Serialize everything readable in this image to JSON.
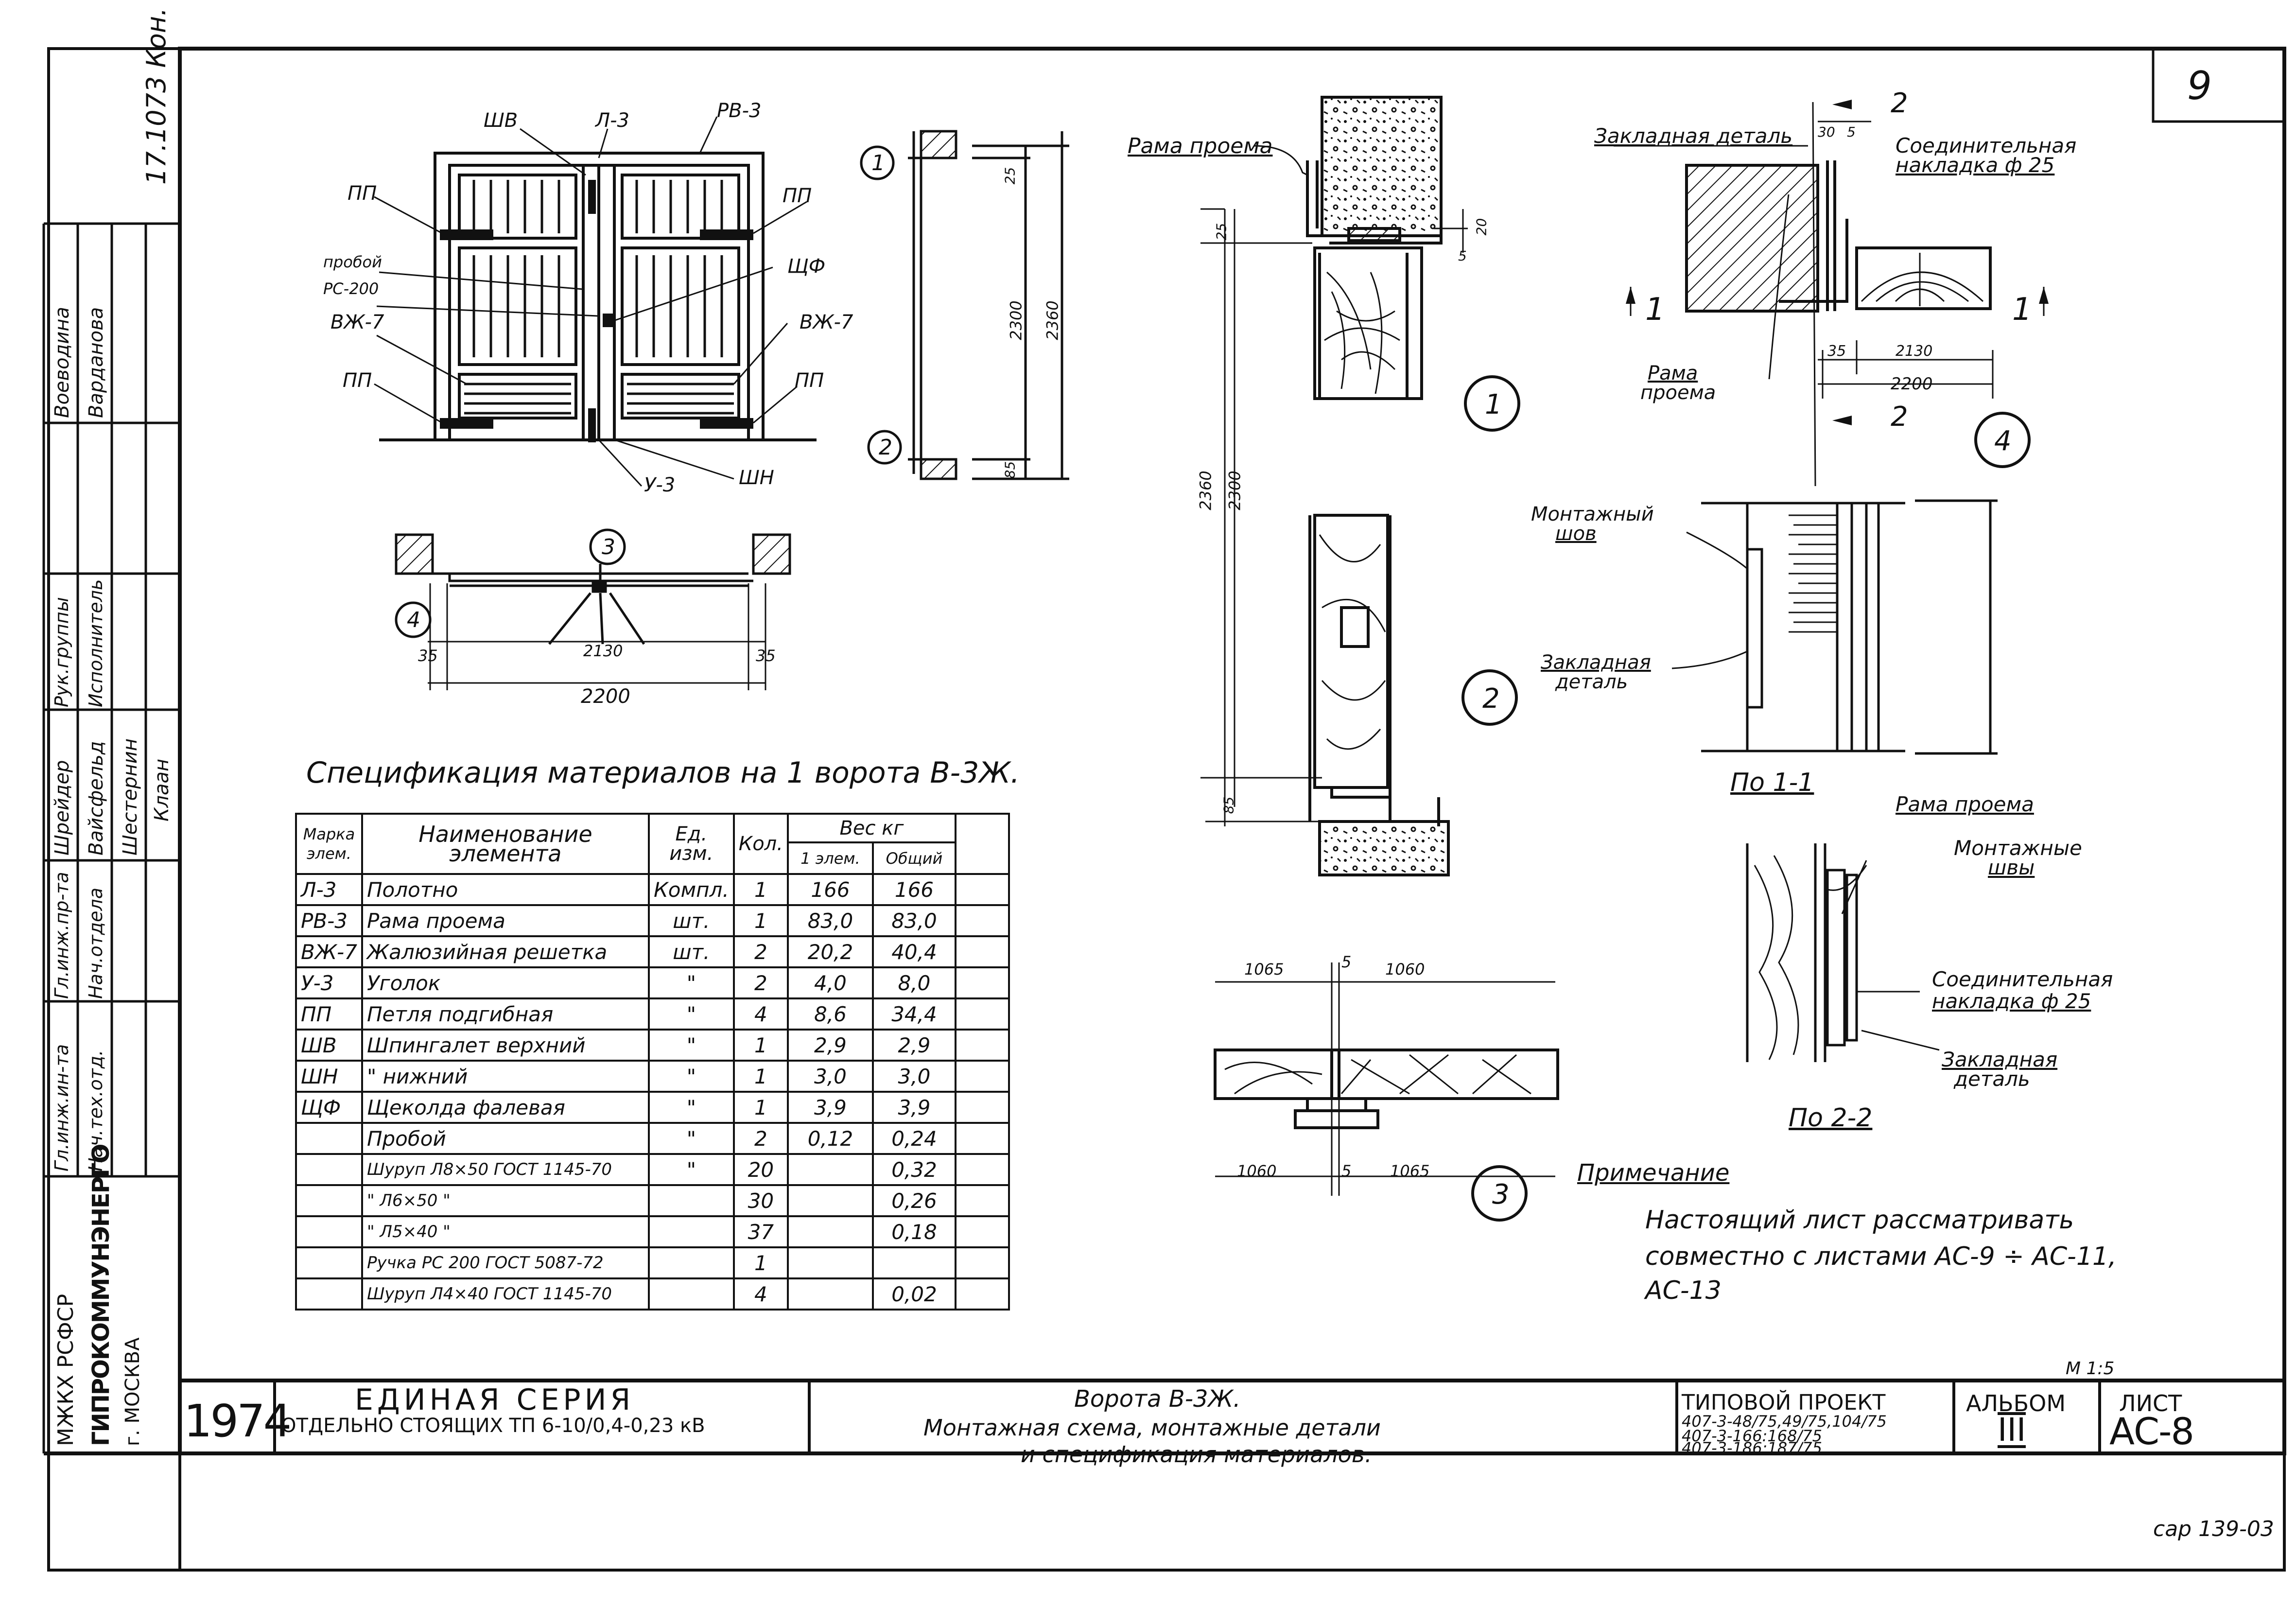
{
  "sheet_number": "9",
  "corner_note_left": "17.1073 Кон.",
  "drawing": {
    "door_labels": {
      "shv": "ШВ",
      "l3": "Л-3",
      "rv3": "РВ-3",
      "pp_tl": "ПП",
      "pp_tr": "ПП",
      "probou": "пробой",
      "rs200": "РС-200",
      "vzh7_l": "ВЖ-7",
      "schf": "ЩФ",
      "vzh7_r": "ВЖ-7",
      "pp_bl": "ПП",
      "pp_br": "ПП",
      "shn": "ШН",
      "u3": "У-3"
    },
    "section_dims": {
      "d25": "25",
      "d2300": "2300",
      "d2360": "2360",
      "d85": "85"
    },
    "plan_dims": {
      "d35_l": "35",
      "d2130": "2130",
      "d35_r": "35",
      "d2200": "2200"
    },
    "markers": {
      "m1": "1",
      "m2": "2",
      "m3": "3",
      "m4": "4"
    },
    "node1": {
      "label": "Рама проема",
      "d25": "25",
      "d20": "20",
      "d5": "5",
      "marker": "1"
    },
    "node2": {
      "d2360": "2360",
      "d2300": "2300",
      "d85": "85",
      "marker": "2"
    },
    "node3": {
      "d1065_t": "1065",
      "d5_t": "5",
      "d1060_t": "1060",
      "d1060_b": "1060",
      "d5_b": "5",
      "d1065_b": "1065",
      "marker": "3"
    },
    "node4": {
      "zakl": "Закладная деталь",
      "d30": "30",
      "d5": "5",
      "soed": "Соединительная",
      "nakl": "накладка ф 25",
      "rama1": "Рама",
      "rama2": "проема",
      "d35": "35",
      "d2130": "2130",
      "d2200": "2200",
      "cut2t": "2",
      "cut2b": "2",
      "cut1l": "1",
      "cut1r": "1",
      "marker": "4"
    },
    "section11": {
      "mont1": "Монтажный",
      "mont2": "шов",
      "zakl1": "Закладная",
      "zakl2": "деталь",
      "caption": "По 1-1"
    },
    "section22": {
      "rama": "Рама проема",
      "mont1": "Монтажные",
      "mont2": "швы",
      "soed1": "Соединительная",
      "soed2": "накладка ф 25",
      "zakl1": "Закладная",
      "zakl2": "деталь",
      "caption": "По 2-2"
    }
  },
  "spec": {
    "title": "Спецификация материалов на 1 ворота В-3Ж.",
    "headers": {
      "mark": "Марка элем.",
      "name": "Наименование элемента",
      "unit": "Ед. изм.",
      "qty": "Кол.",
      "weight": "Вес кг",
      "per": "1 элем.",
      "total": "Общий"
    },
    "rows": [
      [
        "Л-3",
        "Полотно",
        "Компл.",
        "1",
        "166",
        "166"
      ],
      [
        "РВ-3",
        "Рама проема",
        "шт.",
        "1",
        "83,0",
        "83,0"
      ],
      [
        "ВЖ-7",
        "Жалюзийная решетка",
        "шт.",
        "2",
        "20,2",
        "40,4"
      ],
      [
        "У-3",
        "Уголок",
        "\"",
        "2",
        "4,0",
        "8,0"
      ],
      [
        "ПП",
        "Петля подгибная",
        "\"",
        "4",
        "8,6",
        "34,4"
      ],
      [
        "ШВ",
        "Шпингалет верхний",
        "\"",
        "1",
        "2,9",
        "2,9"
      ],
      [
        "ШН",
        "\"          нижний",
        "\"",
        "1",
        "3,0",
        "3,0"
      ],
      [
        "ЩФ",
        "Щеколда фалевая",
        "\"",
        "1",
        "3,9",
        "3,9"
      ],
      [
        "",
        "Пробой",
        "\"",
        "2",
        "0,12",
        "0,24"
      ],
      [
        "",
        "Шуруп Л8×50 ГОСТ 1145-70",
        "\"",
        "20",
        "",
        "0,32"
      ],
      [
        "",
        "\"  Л6×50   \"",
        "",
        "30",
        "",
        "0,26"
      ],
      [
        "",
        "\"  Л5×40   \"",
        "",
        "37",
        "",
        "0,18"
      ],
      [
        "",
        "Ручка РС 200 ГОСТ 5087-72",
        "",
        "1",
        "",
        ""
      ],
      [
        "",
        "Шуруп Л4×40 ГОСТ 1145-70",
        "",
        "4",
        "",
        "0,02"
      ]
    ]
  },
  "note": {
    "heading": "Примечание",
    "line1": "Настоящий лист рассматривать",
    "line2": "совместно с листами АС-9 ÷ АС-11,",
    "line3": "АС-13"
  },
  "scale": "М 1:5",
  "left_stamp": {
    "roles": [
      "Гл.инж.ин-та",
      "Нач.тех.отд.",
      "Гл.инж.пр-та",
      "Нач.отдела",
      "Рук.группы",
      "Исполнитель"
    ],
    "names": [
      "Шрейдер",
      "Вайсфельд",
      "Шестернин",
      "Клаан",
      "Воеводина",
      "Варданова"
    ],
    "org1": "МЖКХ РСФСР",
    "org2": "ГИПРОКОММУНЭНЕРГО",
    "org3": "г. МОСКВА"
  },
  "title_block": {
    "year": "1974",
    "series1": "ЕДИНАЯ СЕРИЯ",
    "series2": "ОТДЕЛЬНО СТОЯЩИХ ТП 6-10/0,4-0,23 кВ",
    "title1": "Ворота В-3Ж.",
    "title2": "Монтажная схема, монтажные детали",
    "title3": "и спецификация материалов.",
    "project_label": "ТИПОВОЙ ПРОЕКТ",
    "project1": "407-3-48/75,49/75,104/75",
    "project2": "407-3-166:168/75",
    "project3": "407-3-186:187/75",
    "album_label": "АЛЬБОМ",
    "album": "III",
    "sheet_label": "ЛИСТ",
    "sheet": "АС-8"
  },
  "footer_code": "сар 139-03"
}
